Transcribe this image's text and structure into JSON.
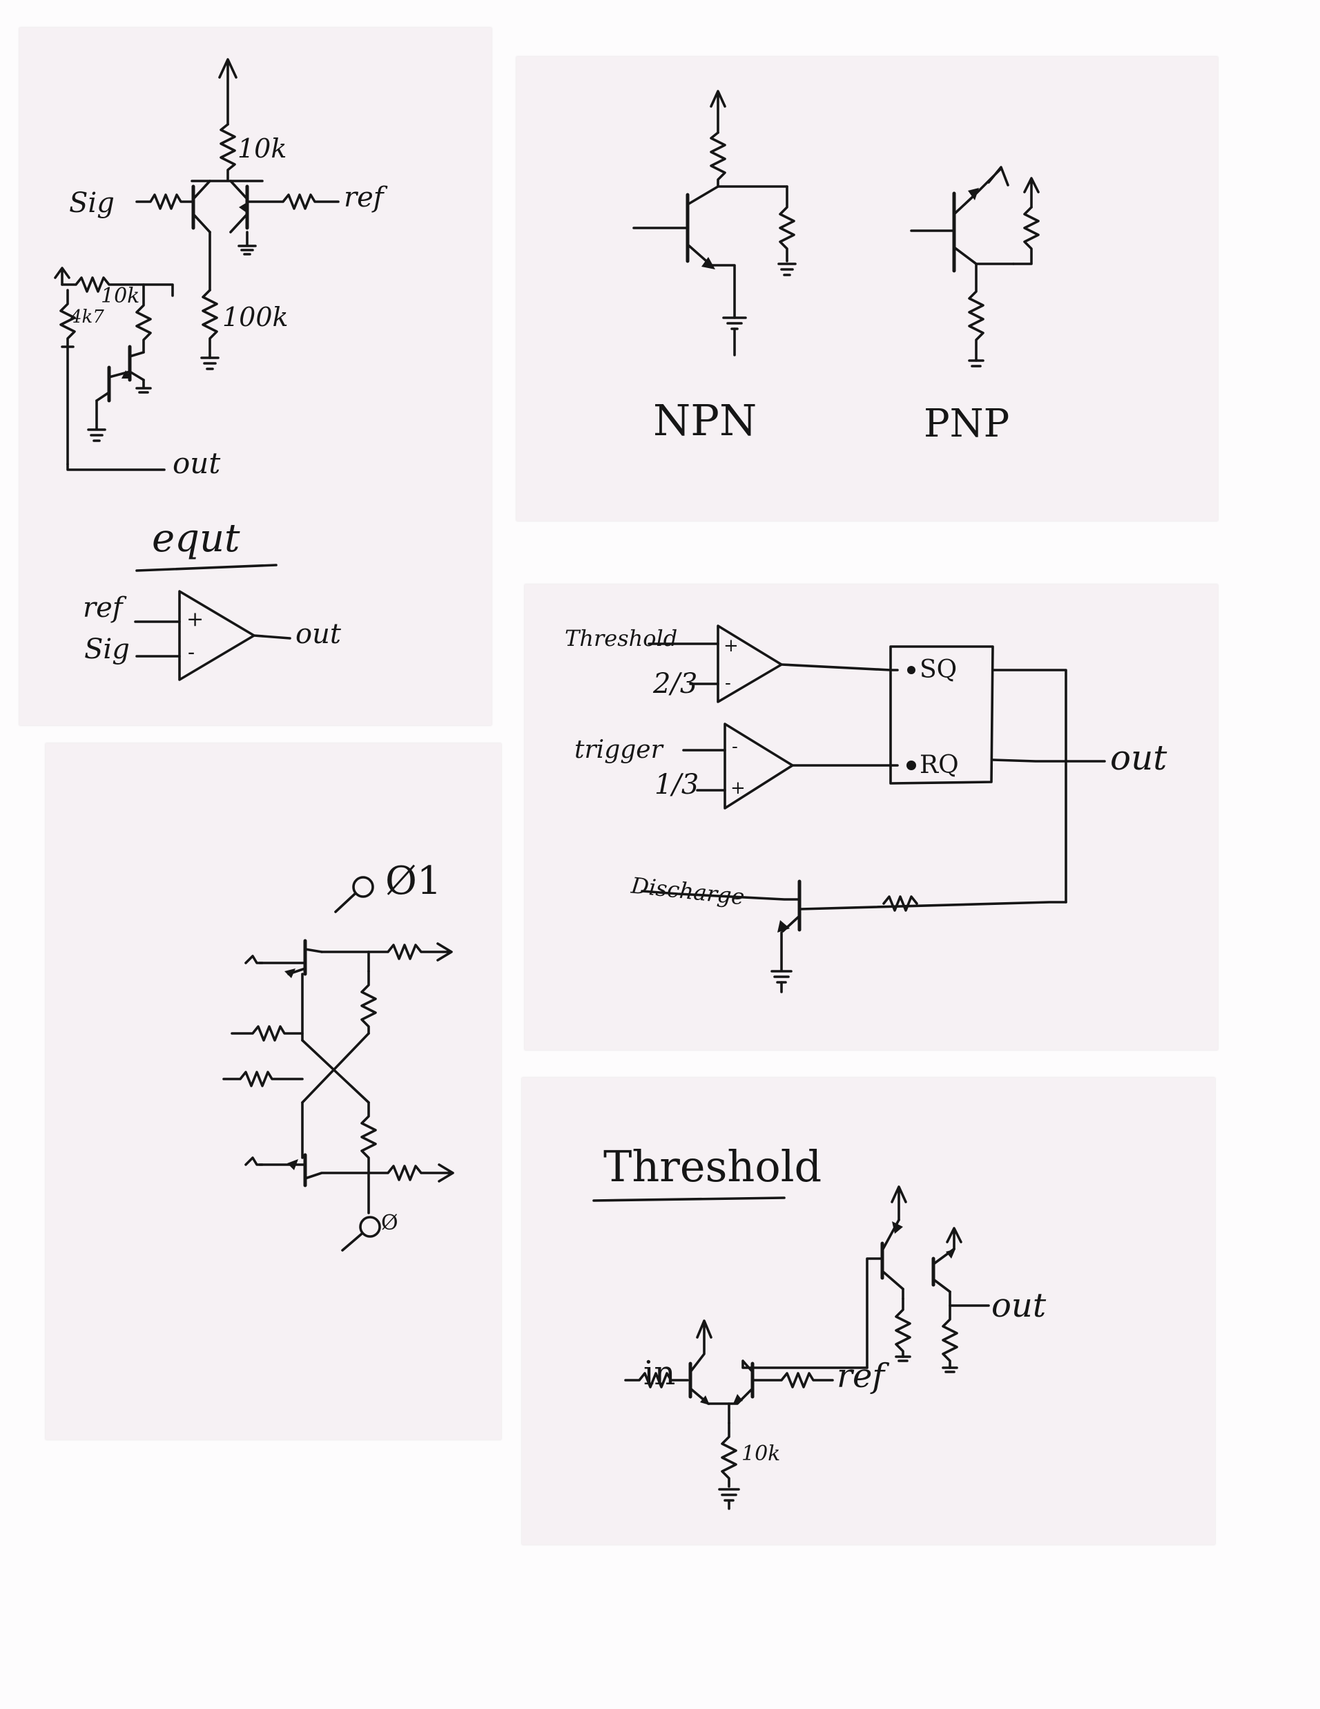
{
  "cards": {
    "c1": {
      "label_10k": "10k",
      "label_sig": "Sig",
      "label_ref": "ref",
      "label_4k7": "4k7",
      "label_10k_b": "10k",
      "label_100k": "100k",
      "label_out": "out",
      "title_equt": "equt",
      "opamp_ref": "ref",
      "opamp_sig": "Sig",
      "opamp_plus": "+",
      "opamp_minus": "-",
      "opamp_out": "out"
    },
    "c2": {
      "label_npn": "NPN",
      "label_pnp": "PNP"
    },
    "c3": {
      "label_phi1": "Ø1",
      "label_phi2": "Ø"
    },
    "c4": {
      "label_threshold": "Threshold",
      "label_two_thirds": "2/3",
      "label_trigger": "trigger",
      "label_one_third": "1/3",
      "label_ff_top": "SQ",
      "label_ff_bottom": "RQ",
      "label_out": "out",
      "label_discharge": "Discharge",
      "plus_top": "+",
      "minus_top": "-",
      "minus_bottom": "-",
      "plus_bottom": "+"
    },
    "c5": {
      "title": "Threshold",
      "label_in": "in",
      "label_out": "out",
      "label_ref": "ref",
      "label_10k": "10k"
    }
  }
}
